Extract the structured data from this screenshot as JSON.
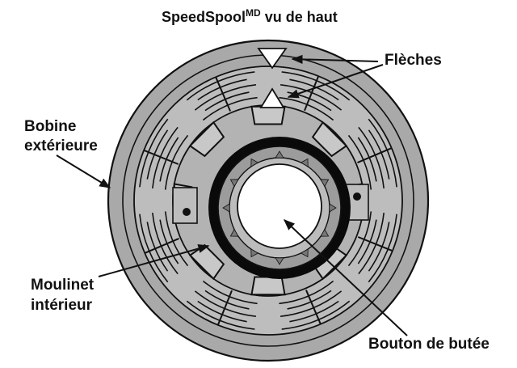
{
  "title": {
    "main": "SpeedSpool",
    "superscript": "MD",
    "rest": " vu de haut"
  },
  "labels": {
    "arrows": "Flèches",
    "outer_spool_line1": "Bobine",
    "outer_spool_line2": "extérieure",
    "inner_reel_line1": "Moulinet",
    "inner_reel_line2": "intérieur",
    "stop_button": "Bouton de butée"
  },
  "colors": {
    "outer_disc": "#a9a9a9",
    "ring_track": "#bdbdbd",
    "inner_hub": "#9c9c9c",
    "black_ring": "#0a0a0a",
    "center_button": "#ffffff",
    "outline": "#111111"
  }
}
